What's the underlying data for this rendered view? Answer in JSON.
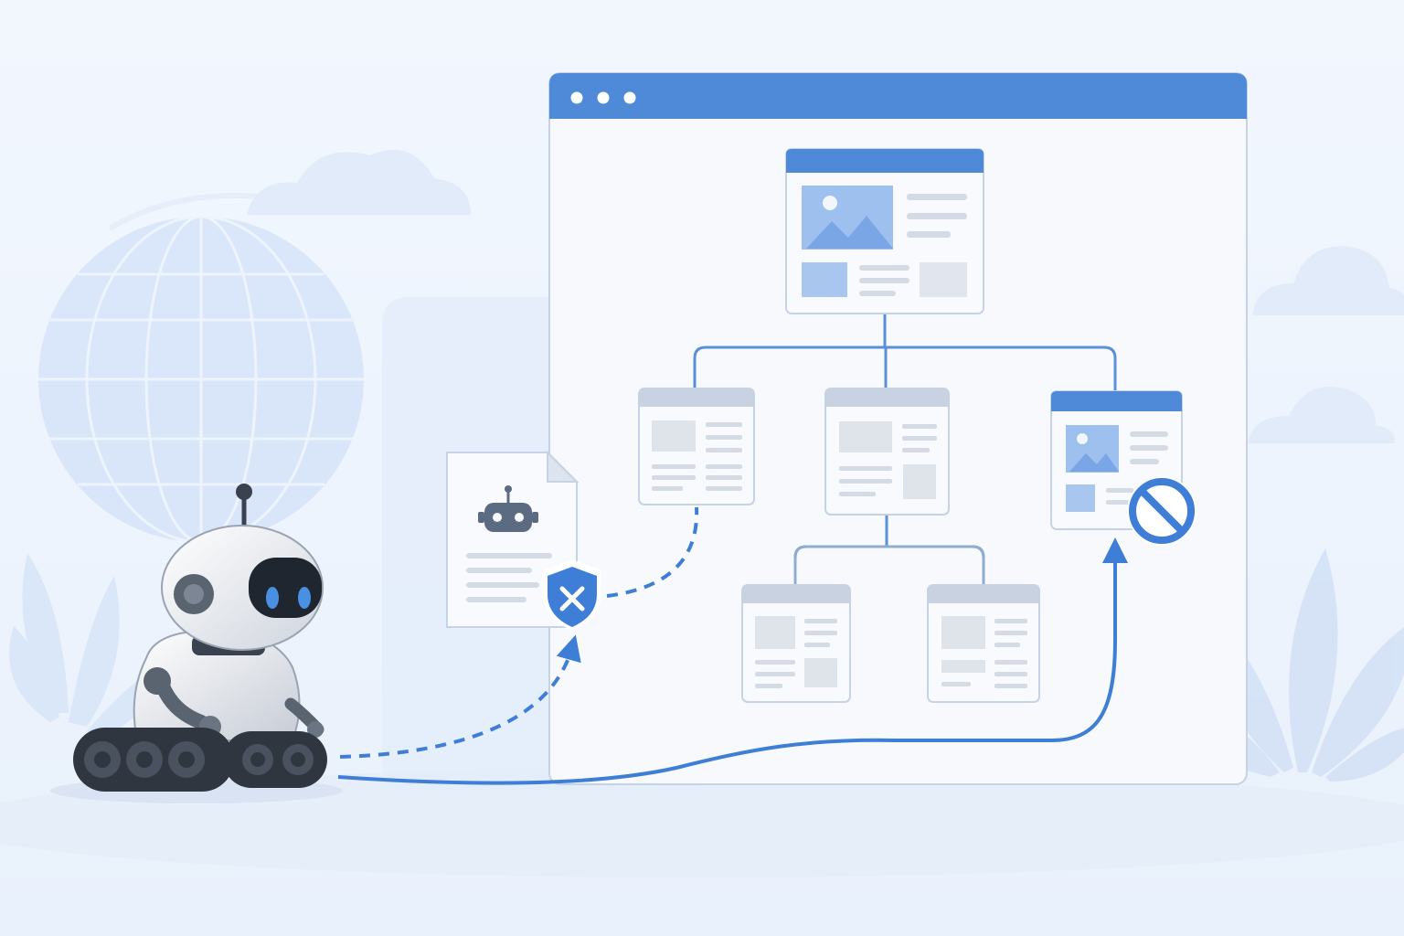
{
  "colors": {
    "background": "#eef4fd",
    "accent": "#4a86d8",
    "accent_light": "#9dc0ee",
    "card_header_gray": "#c9d2e0",
    "card_body": "#f6f8fc",
    "placeholder_gray": "#dfe3ea",
    "robot_dark": "#2f3640",
    "robot_eye": "#4a90e2"
  },
  "icons": {
    "window_controls": [
      "dot-icon",
      "dot-icon",
      "dot-icon"
    ],
    "robots_file": "robot-icon",
    "deny_shield": "shield-x-icon",
    "blocked": "no-entry-icon",
    "background": [
      "globe-icon",
      "cloud-icon",
      "plant-icon"
    ]
  },
  "diagram": {
    "nodes": [
      {
        "id": "home",
        "kind": "page",
        "header": "accent",
        "image": true
      },
      {
        "id": "page-left",
        "kind": "page",
        "header": "gray",
        "image": false
      },
      {
        "id": "page-center",
        "kind": "page",
        "header": "gray",
        "image": false
      },
      {
        "id": "page-right",
        "kind": "page",
        "header": "accent",
        "image": true,
        "status": "blocked"
      },
      {
        "id": "page-bottom-left",
        "kind": "page",
        "header": "gray",
        "image": false
      },
      {
        "id": "page-bottom-right",
        "kind": "page",
        "header": "gray",
        "image": false
      },
      {
        "id": "robots-txt",
        "kind": "file",
        "icon": "robot-icon",
        "status": "denied"
      }
    ],
    "edges": [
      {
        "from": "home",
        "to": "page-left",
        "style": "solid"
      },
      {
        "from": "home",
        "to": "page-center",
        "style": "solid"
      },
      {
        "from": "home",
        "to": "page-right",
        "style": "solid"
      },
      {
        "from": "page-center",
        "to": "page-bottom-left",
        "style": "solid"
      },
      {
        "from": "page-center",
        "to": "page-bottom-right",
        "style": "solid"
      },
      {
        "from": "robot",
        "to": "robots-txt",
        "style": "dashed"
      },
      {
        "from": "robots-txt",
        "to": "page-left",
        "style": "dashed"
      },
      {
        "from": "robot",
        "to": "page-right",
        "style": "solid"
      }
    ]
  }
}
